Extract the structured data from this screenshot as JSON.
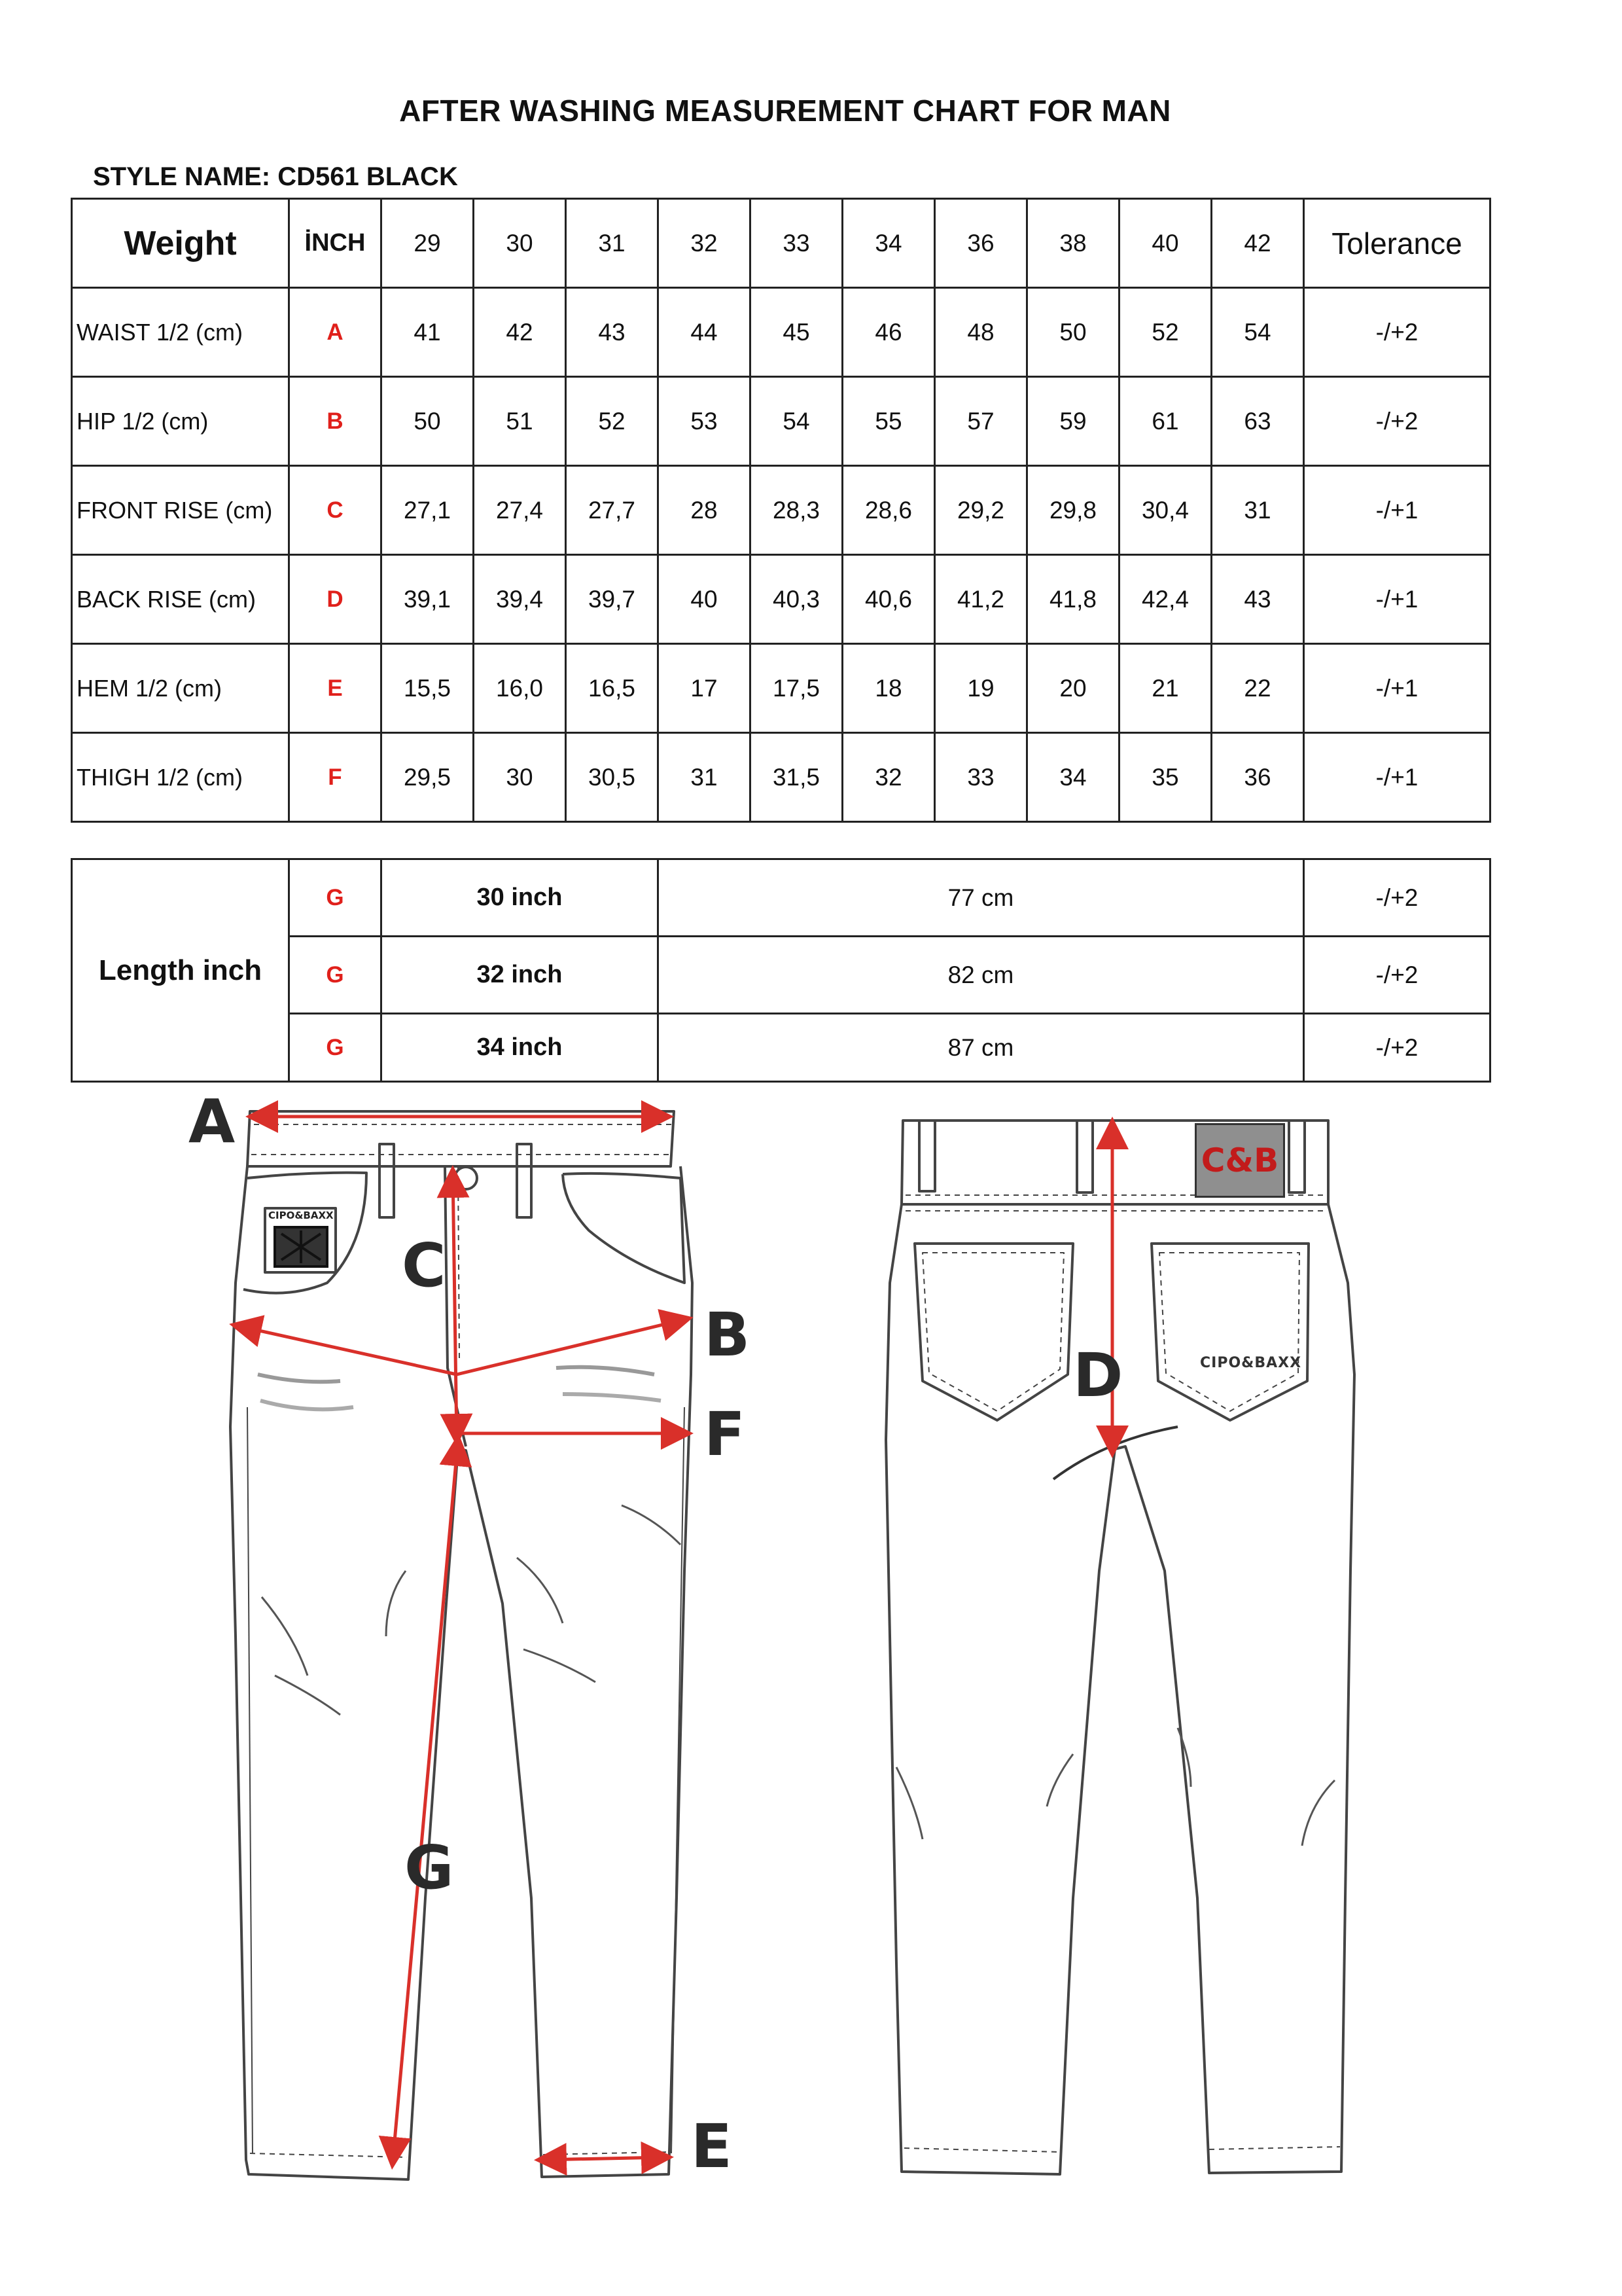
{
  "title": "AFTER WASHING MEASUREMENT CHART FOR MAN",
  "style_name": "STYLE NAME: CD561 BLACK",
  "size_table": {
    "weight_label": "Weight",
    "inch_label": "İNCH",
    "sizes": [
      "29",
      "30",
      "31",
      "32",
      "33",
      "34",
      "36",
      "38",
      "40",
      "42"
    ],
    "tolerance_label": "Tolerance",
    "rows": [
      {
        "label": "WAIST 1/2 (cm)",
        "code": "A",
        "values": [
          "41",
          "42",
          "43",
          "44",
          "45",
          "46",
          "48",
          "50",
          "52",
          "54"
        ],
        "tolerance": "-/+2"
      },
      {
        "label": "HIP 1/2 (cm)",
        "code": "B",
        "values": [
          "50",
          "51",
          "52",
          "53",
          "54",
          "55",
          "57",
          "59",
          "61",
          "63"
        ],
        "tolerance": "-/+2"
      },
      {
        "label": "FRONT RISE (cm)",
        "code": "C",
        "values": [
          "27,1",
          "27,4",
          "27,7",
          "28",
          "28,3",
          "28,6",
          "29,2",
          "29,8",
          "30,4",
          "31"
        ],
        "tolerance": "-/+1"
      },
      {
        "label": "BACK RISE (cm)",
        "code": "D",
        "values": [
          "39,1",
          "39,4",
          "39,7",
          "40",
          "40,3",
          "40,6",
          "41,2",
          "41,8",
          "42,4",
          "43"
        ],
        "tolerance": "-/+1"
      },
      {
        "label": "HEM 1/2  (cm)",
        "code": "E",
        "values": [
          "15,5",
          "16,0",
          "16,5",
          "17",
          "17,5",
          "18",
          "19",
          "20",
          "21",
          "22"
        ],
        "tolerance": "-/+1"
      },
      {
        "label": "THIGH 1/2 (cm)",
        "code": "F",
        "values": [
          "29,5",
          "30",
          "30,5",
          "31",
          "31,5",
          "32",
          "33",
          "34",
          "35",
          "36"
        ],
        "tolerance": "-/+1"
      }
    ]
  },
  "length_table": {
    "label": "Length inch",
    "rows": [
      {
        "code": "G",
        "inch": "30 inch",
        "cm": "77 cm",
        "tolerance": "-/+2"
      },
      {
        "code": "G",
        "inch": "32 inch",
        "cm": "82 cm",
        "tolerance": "-/+2"
      },
      {
        "code": "G",
        "inch": "34 inch",
        "cm": "87 cm",
        "tolerance": "-/+2"
      }
    ]
  },
  "drawing": {
    "letters": {
      "a": "A",
      "b": "B",
      "c": "C",
      "d": "D",
      "e": "E",
      "f": "F",
      "g": "G"
    },
    "back_logo": "C&B",
    "back_brand": "CIPO&BAXX",
    "front_patch": "CIPO&BAXX",
    "line_color": "#444444",
    "arrow_color": "#d9302a"
  }
}
